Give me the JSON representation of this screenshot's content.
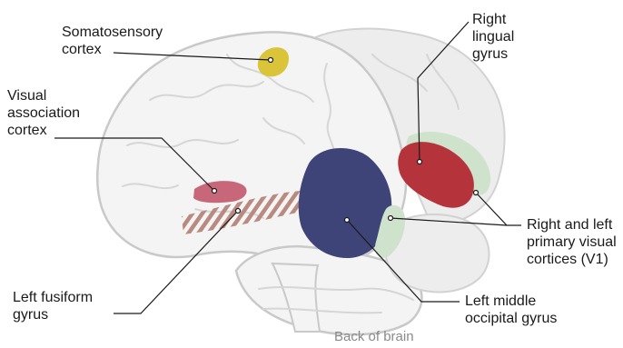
{
  "labels": {
    "somatosensory": "Somatosensory\ncortex",
    "visual_association": "Visual\nassociation\ncortex",
    "left_fusiform": "Left fusiform\ngyrus",
    "right_lingual": "Right\nlingual\ngyrus",
    "primary_visual": "Right and left\nprimary visual\ncortices (V1)",
    "left_middle_occipital": "Left middle\noccipital gyrus"
  },
  "caption": "Back of brain",
  "colors": {
    "somatosensory": "#d9c43a",
    "visual_association": "#c9677a",
    "fusiform_stripes": "#b98a7f",
    "middle_occipital": "#3f4478",
    "lingual": "#b5343c",
    "primary_visual": "#cfe3cc",
    "brain_fill": "#f4f4f4",
    "brain_outline": "#c9c9c9",
    "back_hemisphere": "#ededed"
  }
}
